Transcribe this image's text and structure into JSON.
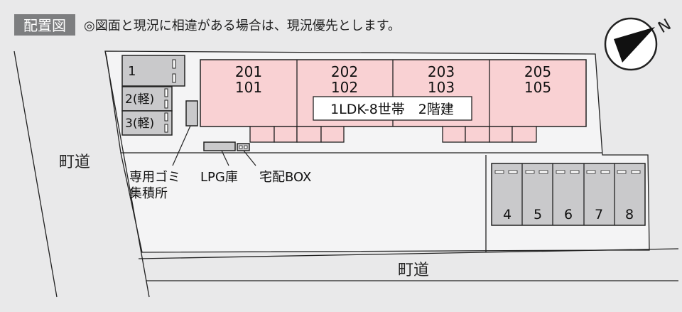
{
  "header": {
    "badge": "配置図",
    "note": "◎図面と現況に相違がある場合は、現況優先とします。"
  },
  "compass": {
    "label": "N"
  },
  "roads": {
    "west_label": "町道",
    "south_label": "町道"
  },
  "bike_parking": [
    {
      "label": "1"
    },
    {
      "label": "2(軽)"
    },
    {
      "label": "3(軽)"
    }
  ],
  "units": [
    {
      "upper": "201",
      "lower": "101"
    },
    {
      "upper": "202",
      "lower": "102"
    },
    {
      "upper": "203",
      "lower": "103"
    },
    {
      "upper": "205",
      "lower": "105"
    }
  ],
  "building_label": "1LDK-8世帯　2階建",
  "facilities": {
    "garbage_line1": "専用ゴミ",
    "garbage_line2": "集積所",
    "lpg": "LPG庫",
    "delivery_box": "宅配BOX"
  },
  "parking": [
    "4",
    "5",
    "6",
    "7",
    "8"
  ],
  "colors": {
    "building": "#f9d1d3",
    "parking": "#c9c9cb",
    "background": "#e9e9ea",
    "header_badge": "#7d7e80"
  }
}
